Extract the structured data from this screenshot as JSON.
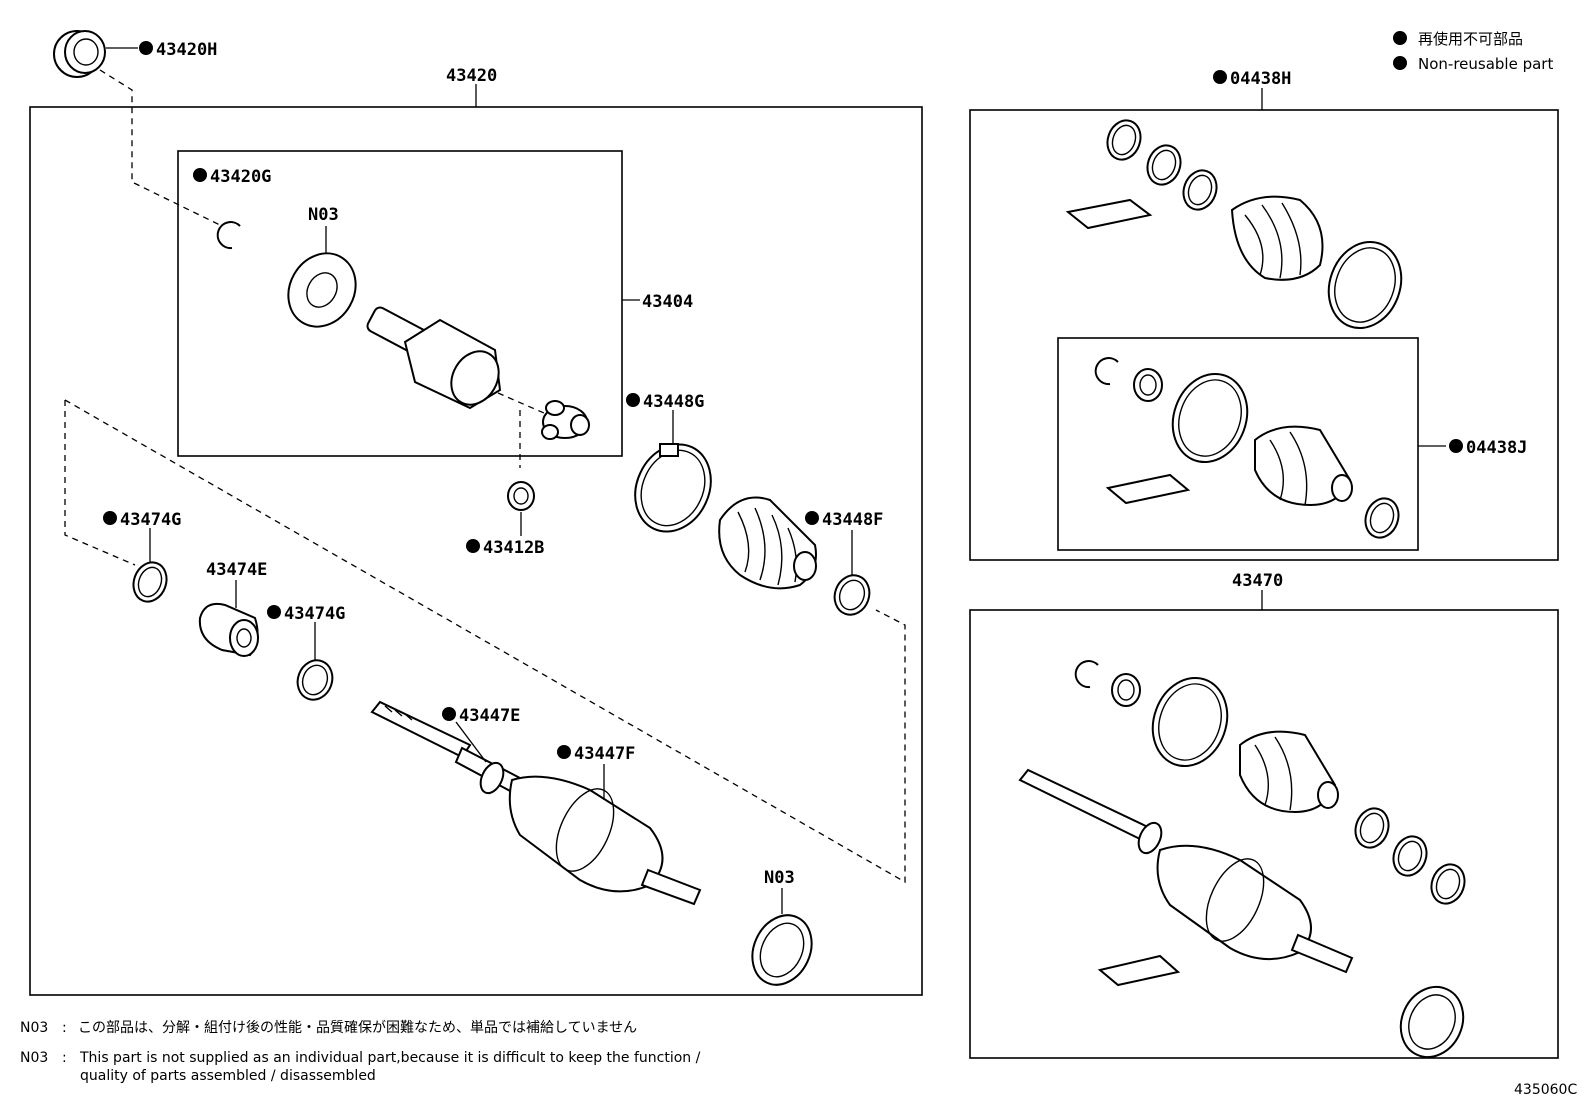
{
  "legend": {
    "marker_symbol": "●",
    "line_ja": "再使用不可部品",
    "line_en": "Non-reusable part"
  },
  "callouts": {
    "p43420": "43420",
    "p43420H": "43420H",
    "p43420G": "43420G",
    "n03_top": "N03",
    "p43404": "43404",
    "p43448G": "43448G",
    "p43412B": "43412B",
    "p43448F": "43448F",
    "p43474G_left": "43474G",
    "p43474E": "43474E",
    "p43474G_right": "43474G",
    "p43447E": "43447E",
    "p43447F": "43447F",
    "n03_bottom": "N03",
    "p04438H": "04438H",
    "p04438J": "04438J",
    "p43470": "43470"
  },
  "notes": {
    "ja_code": "N03",
    "ja_sep": ":",
    "ja_text": "この部品は、分解・組付け後の性能・品質確保が困難なため、単品では補給していません",
    "en_code": "N03",
    "en_sep": ":",
    "en_line1": "This part is not supplied as an individual part,because it is difficult to keep the function /",
    "en_line2": "quality of parts assembled / disassembled"
  },
  "figure_id": "435060C"
}
